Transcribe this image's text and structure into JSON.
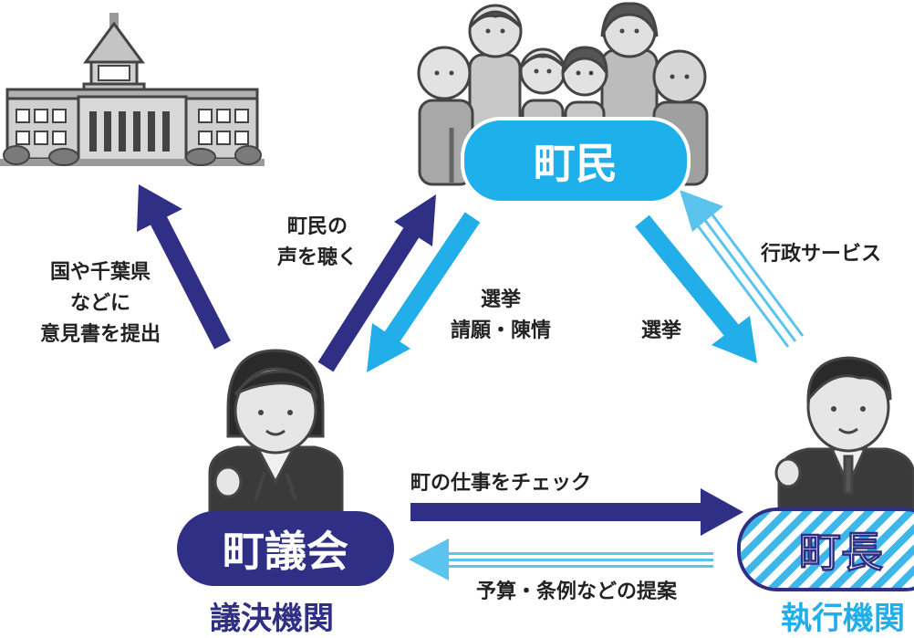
{
  "colors": {
    "navy": "#2f2f86",
    "sky": "#22aee8",
    "light_sky": "#5bc4ee",
    "gray": "#b9b9b9",
    "dark_gray": "#444444"
  },
  "nodes": {
    "citizens": {
      "label": "町民",
      "icon": "family-group-icon"
    },
    "council": {
      "label": "町議会",
      "role": "議決機関",
      "icon": "council-member-icon"
    },
    "mayor": {
      "label": "町長",
      "role": "執行機関",
      "icon": "mayor-icon"
    },
    "diet": {
      "icon": "diet-building-icon"
    }
  },
  "edges": {
    "council_to_diet": [
      "国や千葉県",
      "などに",
      "意見書を提出"
    ],
    "council_to_citizens": [
      "町民の",
      "声を聴く"
    ],
    "citizens_to_council": [
      "選挙",
      "請願・陳情"
    ],
    "citizens_to_mayor": [
      "選挙"
    ],
    "mayor_to_citizens": [
      "行政サービス"
    ],
    "council_to_mayor": [
      "町の仕事をチェック"
    ],
    "mayor_to_council": [
      "予算・条例などの提案"
    ]
  }
}
